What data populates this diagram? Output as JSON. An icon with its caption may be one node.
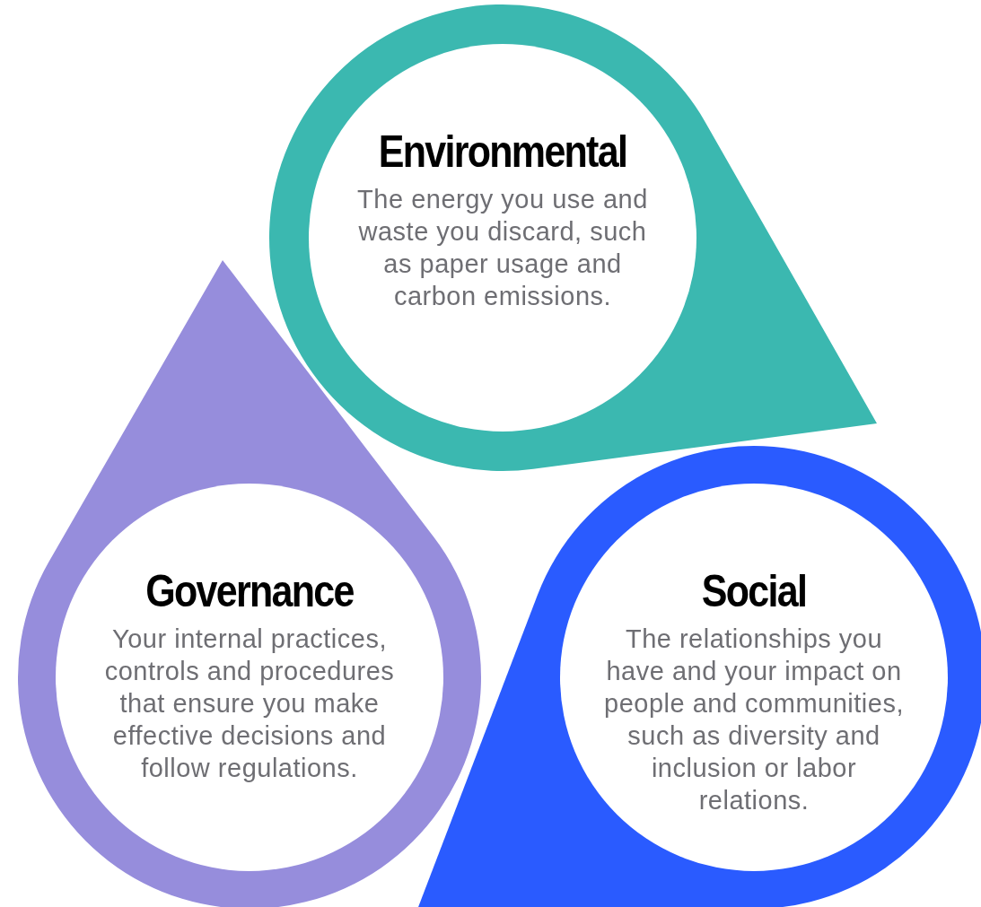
{
  "diagram": {
    "nodes": [
      {
        "text": [
          "Environmental",
          "The energy you use and waste you discard, such as paper usage and carbon emissions."
        ]
      },
      {
        "text": [
          "Governance",
          "Your internal practices, controls and procedures that ensure you make effective decisions and follow regulations."
        ]
      },
      {
        "text": [
          "Social",
          "The relationships you have and your impact on people and communities, such as diversity and inclusion or labor relations."
        ]
      }
    ]
  }
}
